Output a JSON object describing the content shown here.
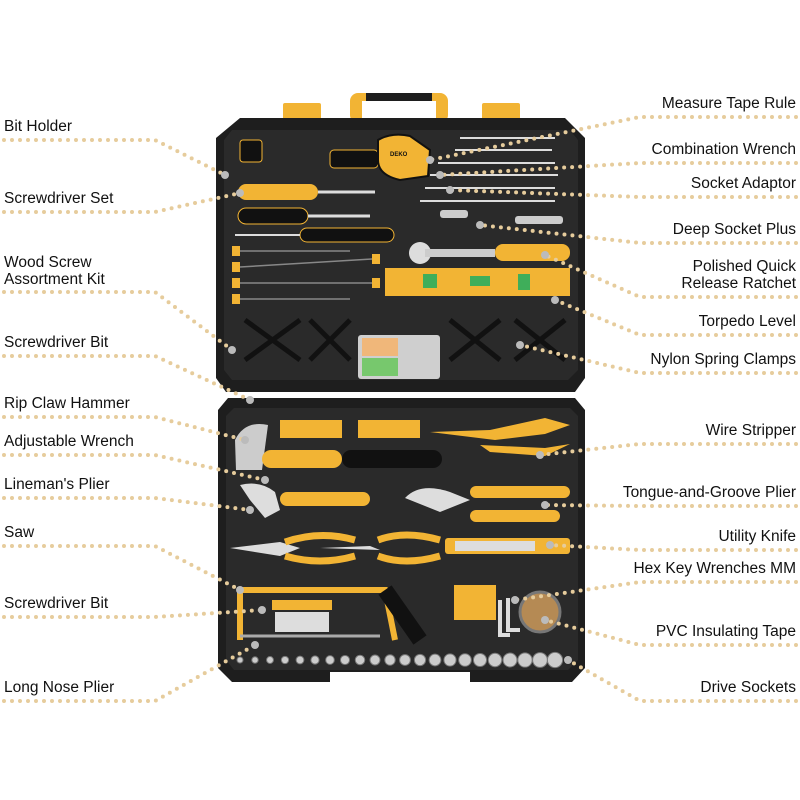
{
  "brand": "DEKO",
  "colors": {
    "case": "#1e1e1e",
    "tray": "#2b2b2b",
    "accent": "#f2b434",
    "leader": "#e6cc9c",
    "metal": "#d8d8d8"
  },
  "left_labels": [
    {
      "text": "Bit Holder"
    },
    {
      "text": "Screwdriver Set"
    },
    {
      "text": "Wood Screw\nAssortment Kit"
    },
    {
      "text": "Screwdriver Bit"
    },
    {
      "text": "Rip Claw Hammer"
    },
    {
      "text": "Adjustable Wrench"
    },
    {
      "text": "Lineman's Plier"
    },
    {
      "text": "Saw"
    },
    {
      "text": "Screwdriver Bit"
    },
    {
      "text": "Long Nose Plier"
    }
  ],
  "right_labels": [
    {
      "text": "Measure Tape Rule"
    },
    {
      "text": "Combination Wrench"
    },
    {
      "text": "Socket Adaptor"
    },
    {
      "text": "Deep Socket Plus"
    },
    {
      "text": "Polished Quick\nRelease Ratchet"
    },
    {
      "text": "Torpedo Level"
    },
    {
      "text": "Nylon Spring Clamps"
    },
    {
      "text": "Wire Stripper"
    },
    {
      "text": "Tongue-and-Groove Plier"
    },
    {
      "text": "Utility Knife"
    },
    {
      "text": "Hex Key Wrenches MM"
    },
    {
      "text": "PVC Insulating Tape"
    },
    {
      "text": "Drive Sockets"
    }
  ]
}
